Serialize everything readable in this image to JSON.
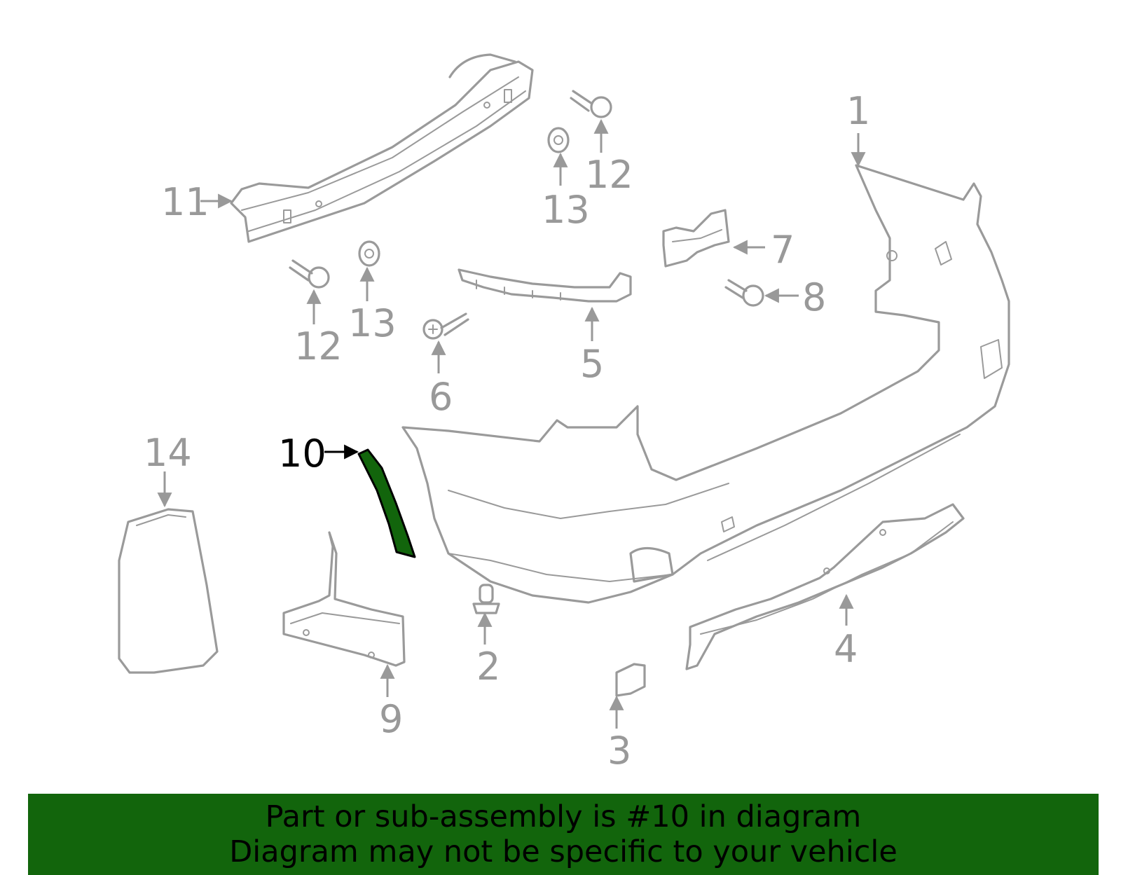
{
  "diagram": {
    "highlight_part": "10",
    "highlight_color": "#12650c",
    "part_color": "#9a9a9a",
    "labels": [
      {
        "id": "1",
        "text": "1"
      },
      {
        "id": "2",
        "text": "2"
      },
      {
        "id": "3",
        "text": "3"
      },
      {
        "id": "4",
        "text": "4"
      },
      {
        "id": "5",
        "text": "5"
      },
      {
        "id": "6",
        "text": "6"
      },
      {
        "id": "7",
        "text": "7"
      },
      {
        "id": "8",
        "text": "8"
      },
      {
        "id": "9",
        "text": "9"
      },
      {
        "id": "10",
        "text": "10"
      },
      {
        "id": "11",
        "text": "11"
      },
      {
        "id": "12a",
        "text": "12"
      },
      {
        "id": "12b",
        "text": "12"
      },
      {
        "id": "13a",
        "text": "13"
      },
      {
        "id": "13b",
        "text": "13"
      },
      {
        "id": "14",
        "text": "14"
      }
    ]
  },
  "banner": {
    "line1": "Part or sub-assembly is #10 in diagram",
    "line2": "Diagram may not be specific to your vehicle",
    "background": "#12650c"
  }
}
